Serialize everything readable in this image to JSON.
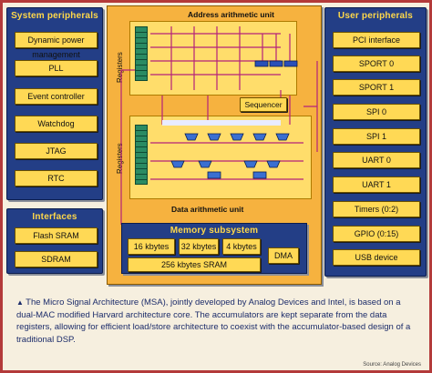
{
  "system_peripherals": {
    "title": "System peripherals",
    "items": [
      "Dynamic power management",
      "PLL",
      "Event controller",
      "Watchdog",
      "JTAG",
      "RTC"
    ]
  },
  "interfaces": {
    "title": "Interfaces",
    "items": [
      "Flash SRAM",
      "SDRAM"
    ]
  },
  "user_peripherals": {
    "title": "User peripherals",
    "items": [
      "PCI interface",
      "SPORT 0",
      "SPORT 1",
      "SPI 0",
      "SPI 1",
      "UART 0",
      "UART 1",
      "Timers (0:2)",
      "GPIO (0:15)",
      "USB device"
    ]
  },
  "core": {
    "address_unit": "Address arithmetic unit",
    "data_unit": "Data arithmetic unit",
    "registers_label": "Registers",
    "sequencer": "Sequencer"
  },
  "memory": {
    "title": "Memory subsystem",
    "blocks": [
      "16 kbytes",
      "32 kbytes",
      "4 kbytes"
    ],
    "sram": "256 kbytes SRAM",
    "dma": "DMA"
  },
  "caption": "The Micro Signal Architecture (MSA), jointly developed by Analog Devices and Intel, is based on a dual-MAC modified Harvard architecture core. The accumulators are kept separate from the data registers, allowing for efficient load/store architecture to coexist with the accumulator-based design of a traditional DSP.",
  "source": "Source: Analog Devices",
  "colors": {
    "panel": "#233e86",
    "item": "#ffd955",
    "core": "#f6b23f",
    "title": "#ffd84a",
    "wire": "#b5227a"
  }
}
